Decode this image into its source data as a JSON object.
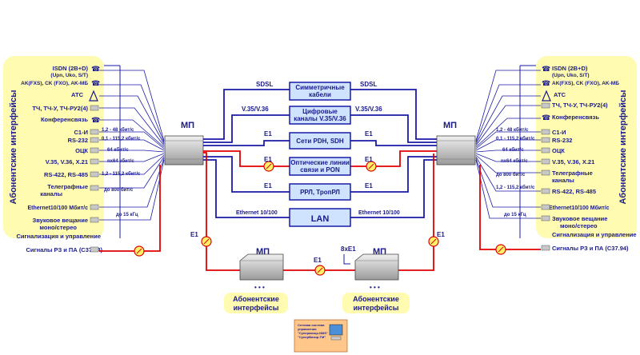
{
  "colors": {
    "yellow": "#fffbb0",
    "blue_line": "#1a1aa8",
    "red_line": "#e00000",
    "box_fill": "#cfe3ff",
    "text": "#1a1a8c",
    "device_fill": "#d9d9d9"
  },
  "left_panel": {
    "title": "Абонентские интерфейсы",
    "items": [
      {
        "label": "ISDN (2B+D)",
        "icon": "telephone-icon"
      },
      {
        "label": "(Upn, Uko, S/T)",
        "icon": ""
      },
      {
        "label": "AK(FXS), CK (FXO), AK-МБ",
        "icon": "telephone-icon"
      },
      {
        "label": "АТС",
        "icon": "exchange-icon"
      },
      {
        "label": "ТЧ, ТЧ-У, ТЧ-РУ2(4)",
        "icon": "terminal-icon"
      },
      {
        "label": "Конференсвязь",
        "icon": "telephone-icon"
      },
      {
        "label": "С1-И",
        "icon": "terminal-icon"
      },
      {
        "label": "RS-232",
        "icon": "terminal-icon"
      },
      {
        "label": "ОЦК",
        "icon": "terminal-icon"
      },
      {
        "label": "V.35, V.36, X.21",
        "icon": "terminal-icon"
      },
      {
        "label": "RS-422, RS-485",
        "icon": "terminal-icon"
      },
      {
        "label": "Телеграфные",
        "icon": "terminal-icon"
      },
      {
        "label": "каналы",
        "icon": ""
      },
      {
        "label": "Ethernet10/100 Мбит/с",
        "icon": "terminal-icon"
      },
      {
        "label": "Звуковое вещание",
        "icon": "speaker-icon"
      },
      {
        "label": "моно/стерео",
        "icon": ""
      },
      {
        "label": "Сигнализация и управление",
        "icon": "terminal-icon"
      },
      {
        "label": "Сигналы РЗ и ПА (С37.94)",
        "icon": "terminal-icon"
      }
    ],
    "rates": [
      "1,2 - 48 кбит/с",
      "0,1 - 115,2 кбит/с",
      "64 кбит/с",
      "nx64 кбит/с",
      "1,2 - 115,2 кбит/с",
      "до 800 бит/с",
      "до 15 кГц"
    ]
  },
  "right_panel": {
    "title": "Абонентские интерфейсы",
    "items": [
      {
        "label": "ISDN (2B+D)"
      },
      {
        "label": "(Upn, Uko, S/T)"
      },
      {
        "label": "AK(FXS), CK (FXO), AK-МБ"
      },
      {
        "label": "АТС"
      },
      {
        "label": "ТЧ, ТЧ-У, ТЧ-РУ2(4)"
      },
      {
        "label": "Конференсвязь"
      },
      {
        "label": "С1-И"
      },
      {
        "label": "RS-232"
      },
      {
        "label": "ОЦК"
      },
      {
        "label": "V.35, V.36, X.21"
      },
      {
        "label": "Телеграфные"
      },
      {
        "label": "каналы"
      },
      {
        "label": "RS-422, RS-485"
      },
      {
        "label": "Ethernet10/100 Мбит/с"
      },
      {
        "label": "Звуковое вещание"
      },
      {
        "label": "моно/стерео"
      },
      {
        "label": "Сигнализация и управление"
      },
      {
        "label": "Сигналы РЗ и ПА (С37.94)"
      }
    ],
    "rates": [
      "1,2 - 48 кбит/с",
      "0,1 - 115,2 кбит/с",
      "64 кбит/с",
      "nx64 кбит/с",
      "до 800 бит/с",
      "1,2 - 115,2 кбит/с",
      "до 15 кГц"
    ]
  },
  "devices": {
    "mp_label": "МП"
  },
  "center_boxes": [
    {
      "line1": "Симметричные",
      "line2": "кабели",
      "left": "SDSL",
      "right": "SDSL"
    },
    {
      "line1": "Цифровые",
      "line2": "каналы V.35/V.36",
      "left": "V.35/V.36",
      "right": "V.35/V.36"
    },
    {
      "line1": "Сети PDH, SDH",
      "line2": "",
      "left": "E1",
      "right": "E1"
    },
    {
      "line1": "Оптические линии",
      "line2": "связи и PON",
      "left": "E1",
      "right": "E1"
    },
    {
      "line1": "РРЛ, ТропРЛ",
      "line2": "",
      "left": "E1",
      "right": "E1"
    },
    {
      "line1": "LAN",
      "line2": "",
      "left": "Ethernet 10/100",
      "right": "Ethernet 10/100"
    }
  ],
  "bottom": {
    "e1_left": "E1",
    "e1_right": "E1",
    "e1_mid": "E1",
    "e1x8": "8xE1",
    "abonent_line1": "Абонентские",
    "abonent_line2": "интерфейсы",
    "dots": "• • •"
  },
  "nms": {
    "line1": "Сетевая система",
    "line2": "управления",
    "line3": "\"Супервизор-NMS\"",
    "line4": "\"СуперВизор-ТМ\""
  }
}
